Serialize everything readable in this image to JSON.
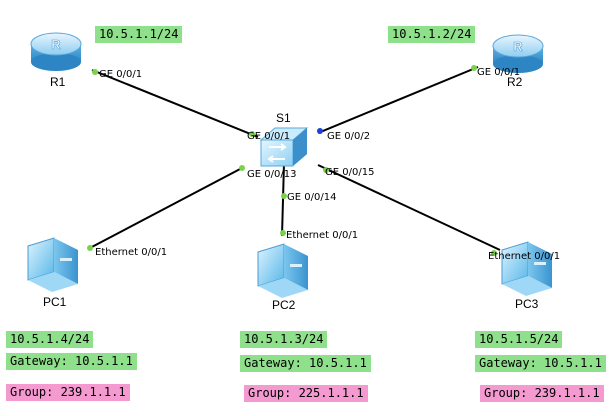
{
  "colors": {
    "link": "#000000",
    "port_up": "#7ad14c",
    "port_root": "#1f3fd6",
    "tag_green": "#8fe08b",
    "tag_pink": "#f59ad0"
  },
  "devices": {
    "r1": {
      "name": "R1",
      "type": "router"
    },
    "r2": {
      "name": "R2",
      "type": "router"
    },
    "s1": {
      "name": "S1",
      "type": "switch"
    },
    "pc1": {
      "name": "PC1",
      "type": "pc"
    },
    "pc2": {
      "name": "PC2",
      "type": "pc"
    },
    "pc3": {
      "name": "PC3",
      "type": "pc"
    }
  },
  "ports": {
    "r1_ge": "GE 0/0/1",
    "r2_ge": "GE 0/0/1",
    "s1_ge1": "GE 0/0/1",
    "s1_ge2": "GE 0/0/2",
    "s1_ge13": "GE 0/0/13",
    "s1_ge14": "GE 0/0/14",
    "s1_ge15": "GE 0/0/15",
    "pc1_eth": "Ethernet 0/0/1",
    "pc2_eth": "Ethernet 0/0/1",
    "pc3_eth": "Ethernet 0/0/1"
  },
  "tags": {
    "r1_ip": "10.5.1.1/24",
    "r2_ip": "10.5.1.2/24",
    "pc1_ip": "10.5.1.4/24",
    "pc1_gw": "Gateway: 10.5.1.1",
    "pc1_group": "Group: 239.1.1.1",
    "pc2_ip": "10.5.1.3/24",
    "pc2_gw": "Gateway: 10.5.1.1",
    "pc2_group": "Group: 225.1.1.1",
    "pc3_ip": "10.5.1.5/24",
    "pc3_gw": "Gateway: 10.5.1.1",
    "pc3_group": "Group: 239.1.1.1"
  }
}
